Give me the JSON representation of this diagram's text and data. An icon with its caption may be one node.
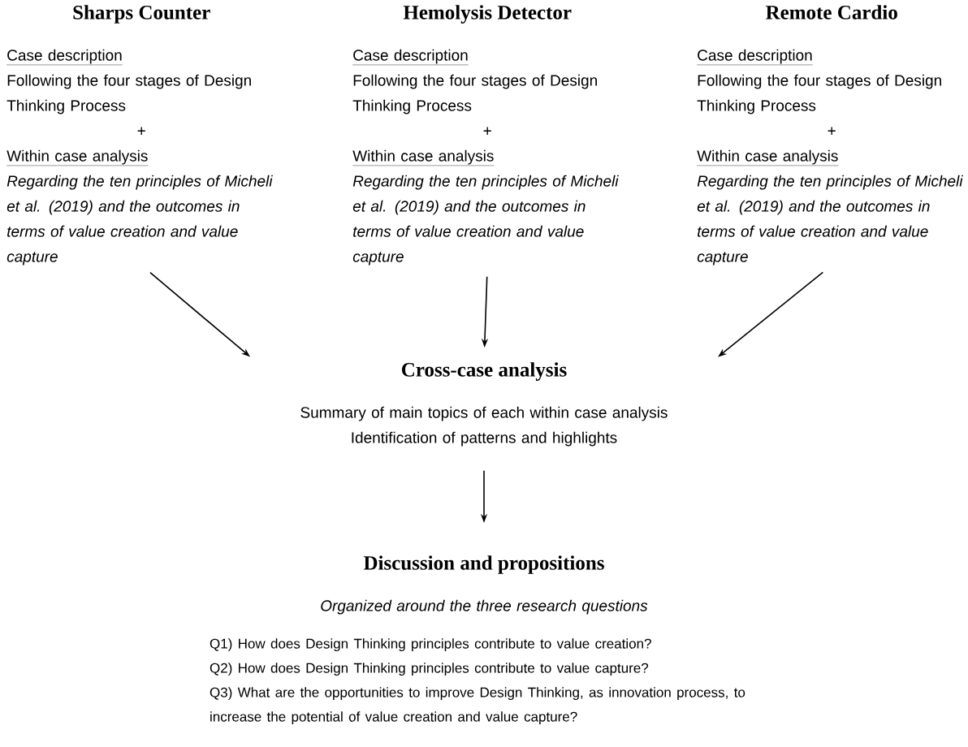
{
  "diagram": {
    "nodes": [
      {
        "text": [
          "Sharps Counter",
          "Case description",
          "Following the four stages of Design Thinking Process",
          "+",
          "Within case analysis",
          "Regarding the ten principles of Micheli et al. (2019) and the outcomes in terms of value creation and value capture"
        ]
      },
      {
        "text": [
          "Hemolysis Detector",
          "Case description",
          "Following the four stages of Design Thinking Process",
          "+",
          "Within case analysis",
          "Regarding the ten principles of Micheli et al. (2019) and the outcomes in terms of value creation and value capture"
        ]
      },
      {
        "text": [
          "Remote Cardio",
          "Case description",
          "Following the four stages of Design Thinking Process",
          "+",
          "Within case analysis",
          "Regarding the ten principles of Micheli et al. (2019) and the outcomes in terms of value creation and value capture"
        ]
      },
      {
        "text": [
          "Cross-case analysis",
          "Summary of main topics of each within case analysis",
          "Identification of patterns and highlights"
        ]
      },
      {
        "text": [
          "Discussion and propositions",
          "Organized around the three research questions",
          "Q1)  How does Design Thinking principles contribute to value creation?",
          "Q2)  How does Design Thinking principles contribute to value capture?",
          "Q3) What are the opportunities to improve Design Thinking, as innovation process, to increase the potential of value creation and value capture?"
        ]
      }
    ],
    "edges": [
      {
        "from": 0,
        "to": 3,
        "arrow": "to"
      },
      {
        "from": 1,
        "to": 3,
        "arrow": "to"
      },
      {
        "from": 2,
        "to": 3,
        "arrow": "to"
      },
      {
        "from": 3,
        "to": 4,
        "arrow": "to"
      }
    ]
  }
}
